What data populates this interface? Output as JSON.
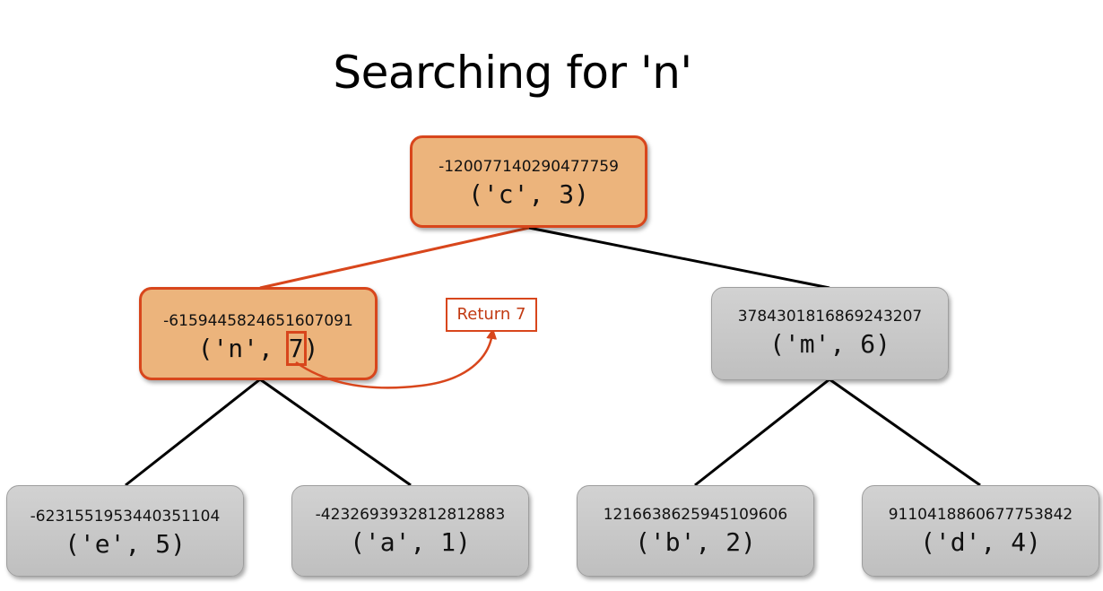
{
  "title": "Searching for 'n'",
  "nodes": {
    "root": {
      "hash": "-120077140290477759",
      "pair": "('c', 3)"
    },
    "left": {
      "hash": "-6159445824651607091",
      "pair_prefix": "('n', ",
      "pair_value": "7",
      "pair_suffix": ")"
    },
    "right": {
      "hash": "3784301816869243207",
      "pair": "('m', 6)"
    },
    "ll": {
      "hash": "-6231551953440351104",
      "pair": "('e', 5)"
    },
    "lr": {
      "hash": "-4232693932812812883",
      "pair": "('a', 1)"
    },
    "rl": {
      "hash": "1216638625945109606",
      "pair": "('b', 2)"
    },
    "rr": {
      "hash": "9110418860677753842",
      "pair": "('d', 4)"
    }
  },
  "annotation": {
    "label": "Return 7"
  },
  "colors": {
    "highlight_fill": "#ecb47c",
    "highlight_stroke": "#d8461c",
    "node_gray": "#c8c8c8"
  }
}
